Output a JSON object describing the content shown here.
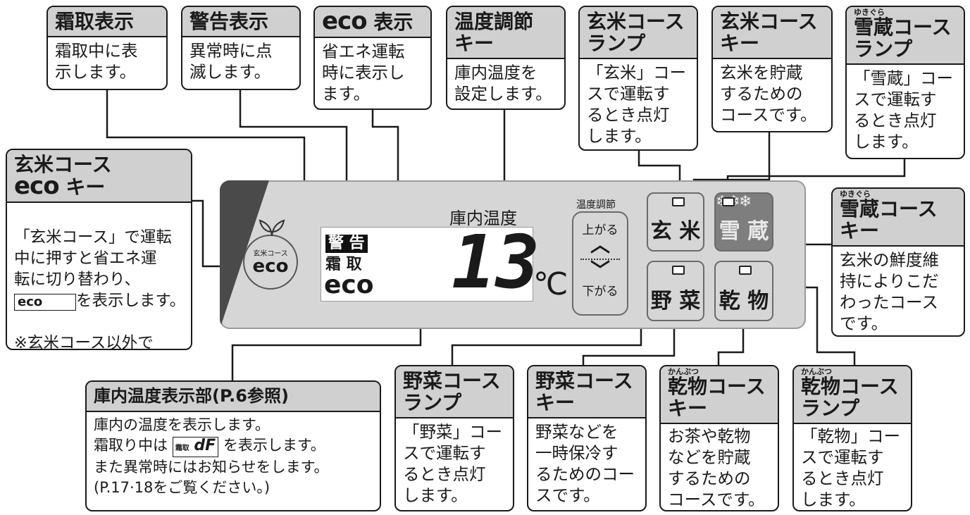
{
  "panel": {
    "temp_label": "庫内温度",
    "warning_label": "警 告",
    "defrost_label": "霜 取",
    "eco_indicator": "eco",
    "temperature": "13",
    "unit": "℃",
    "temp_adjust_label": "温度調節",
    "up_label": "上がる",
    "down_label": "下がる",
    "genmai_eco_badge_top": "玄米コース",
    "genmai_eco_badge_bottom": "eco",
    "keys": {
      "genmai": "玄 米",
      "yukigura": "雪 蔵",
      "yasai": "野 菜",
      "kanbutsu": "乾 物"
    }
  },
  "callouts": {
    "defrost": {
      "title": "霜取表示",
      "body": "霜取中に表\n示します。"
    },
    "warning": {
      "title": "警告表示",
      "body": "異常時に点\n滅します。"
    },
    "eco": {
      "title_mark": "eco",
      "title": "表示",
      "body": "省エネ運転\n時に表示し\nます。"
    },
    "temp_key": {
      "title": "温度調節\nキー",
      "body": "庫内温度を\n設定します。"
    },
    "genmai_lamp": {
      "title": "玄米コース\nランプ",
      "body": "「玄米」コー\nスで運転す\nるとき点灯\nします。"
    },
    "genmai_key": {
      "title": "玄米コース\nキー",
      "body": "玄米を貯蔵\nするための\nコースです。"
    },
    "yukigura_lamp": {
      "ruby": "ゆきぐら",
      "title": "雪蔵コース\nランプ",
      "body": "「雪蔵」コー\nスで運転す\nるとき点灯\nします。"
    },
    "genmai_eco_key": {
      "title_line1": "玄米コース",
      "title_mark": "eco",
      "title_line2": "キー",
      "body": "「玄米コース」で運転\n中に押すと省エネ運\n転に切り替わり、",
      "body_eco_box": "eco",
      "body_tail": "を表示します。",
      "note": "※玄米コース以外で\n　は選択できません。"
    },
    "yukigura_key": {
      "ruby": "ゆきぐら",
      "title": "雪蔵コース\nキー",
      "body": "玄米の鮮度維\n持によりこだ\nわったコース\nです。"
    },
    "display_area": {
      "title": "庫内温度表示部(P.6参照)",
      "line1": "庫内の温度を表示します。",
      "line2_pre": "霜取り中は",
      "line2_box_small": "霜取",
      "line2_box_big": "dF",
      "line2_post": "を表示します。",
      "line3": "また異常時にはお知らせをします。",
      "line4": "(P.17·18をご覧ください。)"
    },
    "yasai_lamp": {
      "title": "野菜コース\nランプ",
      "body": "「野菜」コー\nスで運転す\nるとき点灯\nします。"
    },
    "yasai_key": {
      "title": "野菜コース\nキー",
      "body": "野菜などを\n一時保冷す\nるためのコー\nスです。"
    },
    "kanbutsu_key": {
      "ruby": "かんぶつ",
      "title": "乾物コース\nキー",
      "body": "お茶や乾物\nなどを貯蔵\nするための\nコースです。"
    },
    "kanbutsu_lamp": {
      "ruby": "かんぶつ",
      "title": "乾物コース\nランプ",
      "body": "「乾物」コー\nスで運転す\nるとき点灯\nします。"
    }
  }
}
